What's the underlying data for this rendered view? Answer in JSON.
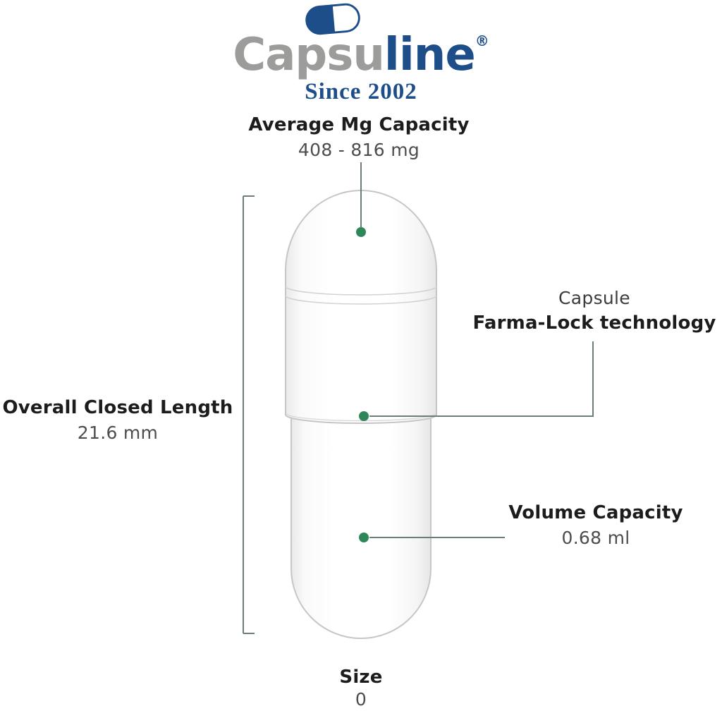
{
  "logo": {
    "brand_gray": "Capsu",
    "brand_blue": "line",
    "registered": "®",
    "since": "Since 2002",
    "icon": "capsule-pill-icon"
  },
  "annotations": {
    "avg_capacity": {
      "label": "Average Mg Capacity",
      "value": "408 - 816 mg"
    },
    "overall_length": {
      "label": "Overall Closed Length",
      "value": "21.6 mm"
    },
    "farma_lock": {
      "line1": "Capsule",
      "line2": "Farma-Lock technology"
    },
    "volume": {
      "label": "Volume Capacity",
      "value": "0.68 ml"
    },
    "size": {
      "label": "Size",
      "value": "0"
    }
  },
  "colors": {
    "brand_blue": "#1d4e89",
    "brand_gray": "#9c9c9b",
    "text_dark": "#1c1c1c",
    "text_gray": "#4d4d4d",
    "pointer_line": "#6a7e74",
    "dot_green": "#2f8659",
    "capsule_outline": "#c6c6c6"
  }
}
